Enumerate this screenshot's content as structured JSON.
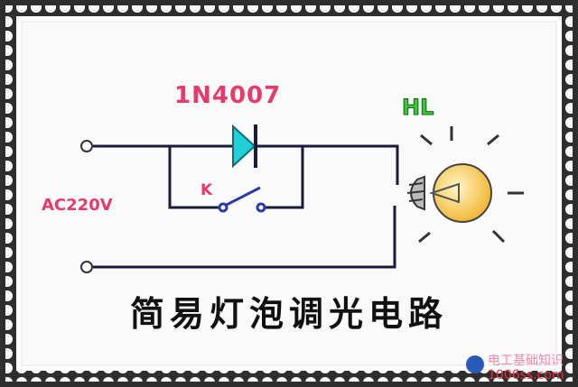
{
  "labels": {
    "diode": "1N4007",
    "lamp": "HL",
    "switch": "K",
    "source": "AC220V"
  },
  "title": "简易灯泡调光电路",
  "watermark": {
    "line1": "电工基础知识",
    "line2": "1006ss.com"
  },
  "colors": {
    "diode": "#1fd0d8",
    "bulb": "#f7c64a",
    "wire": "#1a1a3a",
    "switch": "#2a3aa8"
  }
}
